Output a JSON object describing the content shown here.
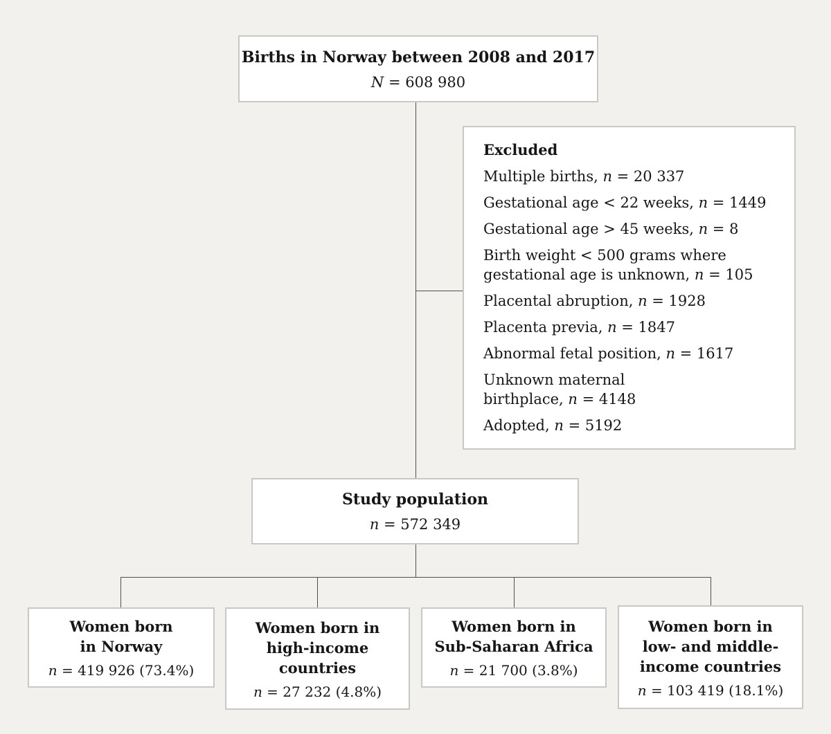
{
  "diagram": {
    "colors": {
      "background": "#f2f1ee",
      "box_fill": "#ffffff",
      "box_border": "#c9c8c5",
      "connector": "#4f4f4f",
      "text": "#161616"
    },
    "top_box": {
      "title": "Births in Norway between 2008 and 2017",
      "var": "N",
      "value": " = 608 980"
    },
    "excluded_box": {
      "heading": "Excluded",
      "items": [
        {
          "label": "Multiple births, ",
          "var": "n",
          "value": " = 20 337"
        },
        {
          "label": "Gestational age < 22 weeks, ",
          "var": "n",
          "value": " = 1449"
        },
        {
          "label": "Gestational age > 45 weeks, ",
          "var": "n",
          "value": " = 8"
        },
        {
          "label": "Birth weight < 500 grams where\ngestational age is unknown, ",
          "var": "n",
          "value": " = 105"
        },
        {
          "label": "Placental abruption, ",
          "var": "n",
          "value": " = 1928"
        },
        {
          "label": "Placenta previa, ",
          "var": "n",
          "value": " = 1847"
        },
        {
          "label": "Abnormal fetal position, ",
          "var": "n",
          "value": " = 1617"
        },
        {
          "label": "Unknown maternal\nbirthplace, ",
          "var": "n",
          "value": " = 4148"
        },
        {
          "label": "Adopted, ",
          "var": "n",
          "value": " = 5192"
        }
      ]
    },
    "study_box": {
      "title": "Study population",
      "var": "n",
      "value": " = 572 349"
    },
    "outcome_boxes": [
      {
        "title": "Women born\nin Norway",
        "var": "n",
        "value": " = 419 926 (73.4%)"
      },
      {
        "title": "Women born in\nhigh-income\ncountries",
        "var": "n",
        "value": " = 27 232 (4.8%)"
      },
      {
        "title": "Women born in\nSub-Saharan Africa",
        "var": "n",
        "value": " = 21 700 (3.8%)"
      },
      {
        "title": "Women born in\nlow- and middle-\nincome countries",
        "var": "n",
        "value": " = 103 419 (18.1%)"
      }
    ]
  }
}
